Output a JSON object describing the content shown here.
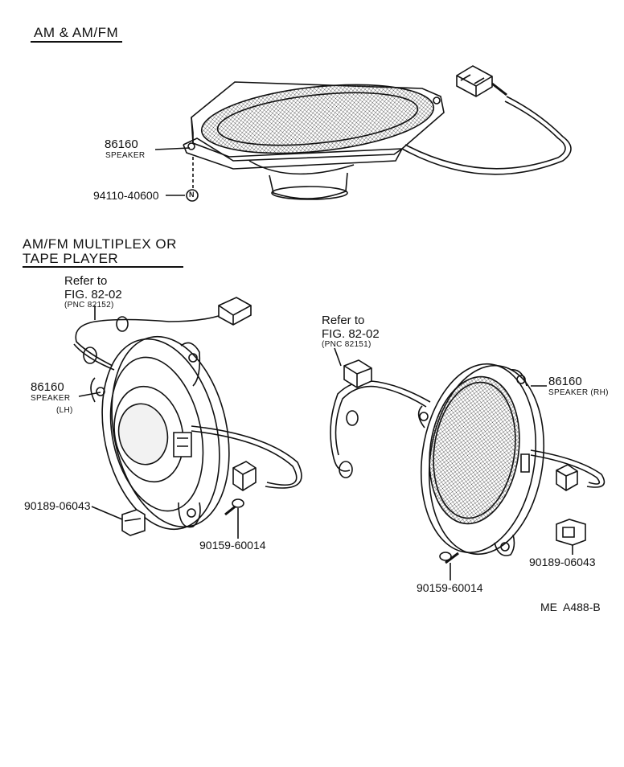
{
  "section_am": {
    "heading": "AM & AM/FM",
    "speaker_part_no": "86160",
    "speaker_label": "SPEAKER",
    "nut_part_no": "94110-40600",
    "nut_symbol": "N"
  },
  "section_multiplex": {
    "heading_line1": "AM/FM MULTIPLEX OR",
    "heading_line2": "TAPE PLAYER",
    "left": {
      "refer_to": "Refer to",
      "fig_ref": "FIG. 82-02",
      "pnc_ref": "(PNC 82152)",
      "speaker_part_no": "86160",
      "speaker_label": "SPEAKER",
      "side": "(LH)",
      "clip_part_no": "90189-06043",
      "screw_part_no": "90159-60014"
    },
    "right": {
      "refer_to": "Refer to",
      "fig_ref": "FIG. 82-02",
      "pnc_ref": "(PNC 82151)",
      "speaker_part_no": "86160",
      "speaker_label": "SPEAKER (RH)",
      "clip_part_no": "90189-06043",
      "screw_part_no": "90159-60014"
    }
  },
  "figure_code": "ME  A488-B"
}
